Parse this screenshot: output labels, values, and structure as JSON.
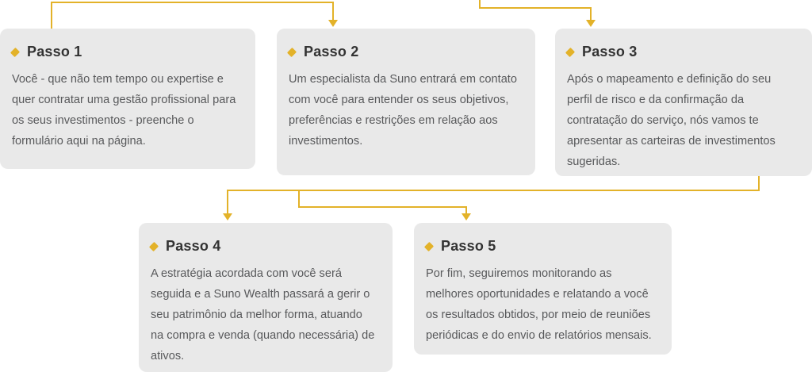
{
  "colors": {
    "accent": "#E3B229",
    "card_bg": "#E9E9E9",
    "title_text": "#333333",
    "body_text": "#58595B"
  },
  "steps": [
    {
      "title": "Passo 1",
      "body": "Você - que não tem tempo ou expertise e quer contratar uma gestão profissional para os seus investimentos - preenche o formulário aqui na página."
    },
    {
      "title": "Passo 2",
      "body": "Um especialista da Suno entrará em contato com você para entender os seus objetivos, preferências e restrições em relação aos investimentos."
    },
    {
      "title": "Passo 3",
      "body": "Após o mapeamento e definição do seu perfil de risco e da confirmação da contratação do serviço, nós vamos te apresentar as carteiras de investimentos sugeridas."
    },
    {
      "title": "Passo 4",
      "body": "A estratégia acordada com você será seguida e a Suno Wealth passará a gerir o seu patrimônio da melhor forma, atuando na compra e venda (quando necessária) de ativos."
    },
    {
      "title": "Passo 5",
      "body": "Por fim, seguiremos monitorando as melhores oportunidades e relatando a você os resultados obtidos, por meio de reuniões periódicas e do envio de relatórios mensais."
    }
  ]
}
